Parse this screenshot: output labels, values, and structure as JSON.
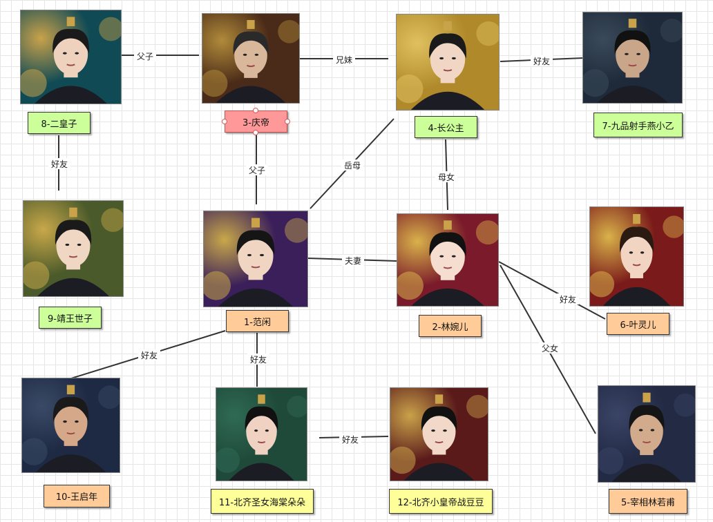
{
  "nodes": [
    {
      "id": "n8",
      "label": "8-二皇子",
      "color": "#ccff99",
      "bg": [
        "#0f4a55",
        "#c9a24a"
      ],
      "hair": "#1a1a1a",
      "skin": "#efd2bd"
    },
    {
      "id": "n3",
      "label": "3-庆帝",
      "color": "#ff9999",
      "bg": [
        "#4a2a18",
        "#b08a3a"
      ],
      "hair": "#2a2a2a",
      "skin": "#d9b79a"
    },
    {
      "id": "n4",
      "label": "4-长公主",
      "color": "#ccff99",
      "bg": [
        "#b08a2a",
        "#e0c060"
      ],
      "hair": "#1a1a1a",
      "skin": "#f1d6c6"
    },
    {
      "id": "n7",
      "label": "7-九品射手燕小乙",
      "color": "#ccff99",
      "bg": [
        "#1e2a3a",
        "#3a4a5a"
      ],
      "hair": "#111111",
      "skin": "#c9a58a"
    },
    {
      "id": "n9",
      "label": "9-靖王世子",
      "color": "#ccff99",
      "bg": [
        "#4a5a2a",
        "#c9a84a"
      ],
      "hair": "#1a1a1a",
      "skin": "#efd7c4"
    },
    {
      "id": "n1",
      "label": "1-范闲",
      "color": "#ffcc99",
      "bg": [
        "#3a1f5a",
        "#c9a84a"
      ],
      "hair": "#151515",
      "skin": "#f0d6c2"
    },
    {
      "id": "n2",
      "label": "2-林婉儿",
      "color": "#ffcc99",
      "bg": [
        "#7a1a2a",
        "#d9b24a"
      ],
      "hair": "#111111",
      "skin": "#f5ddd0"
    },
    {
      "id": "n6",
      "label": "6-叶灵儿",
      "color": "#ffcc99",
      "bg": [
        "#7a1a1a",
        "#d9b24a"
      ],
      "hair": "#2a1a12",
      "skin": "#f2d4c2"
    },
    {
      "id": "n10",
      "label": "10-王启年",
      "color": "#ffcc99",
      "bg": [
        "#1e2a44",
        "#3a4a66"
      ],
      "hair": "#1a1a1a",
      "skin": "#d4a888"
    },
    {
      "id": "n11",
      "label": "11-北齐圣女海棠朵朵",
      "color": "#ffff99",
      "bg": [
        "#1f4a3a",
        "#2f6a55"
      ],
      "hair": "#111111",
      "skin": "#efd2c2"
    },
    {
      "id": "n12",
      "label": "12-北齐小皇帝战豆豆",
      "color": "#ffff99",
      "bg": [
        "#5a1a1a",
        "#c9a24a"
      ],
      "hair": "#111111",
      "skin": "#f2d8c8"
    },
    {
      "id": "n5",
      "label": "5-宰相林若甫",
      "color": "#ffcc99",
      "bg": [
        "#222a44",
        "#3a4466"
      ],
      "hair": "#151515",
      "skin": "#d2aa8c"
    }
  ],
  "edges": [
    {
      "id": "e1",
      "label": "父子"
    },
    {
      "id": "e2",
      "label": "兄妹"
    },
    {
      "id": "e3",
      "label": "好友"
    },
    {
      "id": "e4",
      "label": "好友"
    },
    {
      "id": "e5",
      "label": "父子"
    },
    {
      "id": "e6",
      "label": "岳母"
    },
    {
      "id": "e7",
      "label": "母女"
    },
    {
      "id": "e8",
      "label": "夫妻"
    },
    {
      "id": "e9",
      "label": "好友"
    },
    {
      "id": "e10",
      "label": "父女"
    },
    {
      "id": "e11",
      "label": "好友"
    },
    {
      "id": "e12",
      "label": "好友"
    },
    {
      "id": "e13",
      "label": "好友"
    }
  ]
}
